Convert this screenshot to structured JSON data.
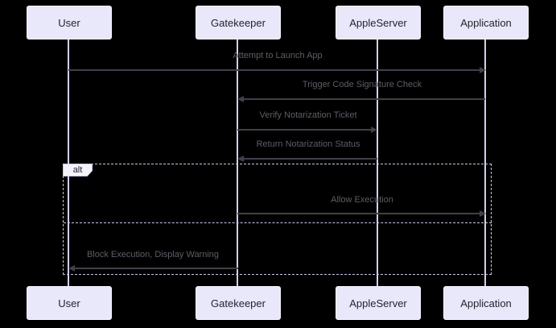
{
  "diagram": {
    "type": "sequence-diagram",
    "participants": [
      {
        "name": "User"
      },
      {
        "name": "Gatekeeper"
      },
      {
        "name": "AppleServer"
      },
      {
        "name": "Application"
      }
    ],
    "messages": [
      {
        "from": "User",
        "to": "Application",
        "label": "Attempt to Launch App"
      },
      {
        "from": "Application",
        "to": "Gatekeeper",
        "label": "Trigger Code Signature Check"
      },
      {
        "from": "Gatekeeper",
        "to": "AppleServer",
        "label": "Verify Notarization Ticket"
      },
      {
        "from": "AppleServer",
        "to": "Gatekeeper",
        "label": "Return Notarization Status"
      },
      {
        "from": "Gatekeeper",
        "to": "Application",
        "label": "Allow Execution",
        "branch": 1
      },
      {
        "from": "Gatekeeper",
        "to": "User",
        "label": "Block Execution, Display Warning",
        "branch": 2
      }
    ],
    "alt": {
      "label": "alt"
    }
  },
  "colors": {
    "background": "#000000",
    "actor_fill": "#e9e7fa",
    "actor_border": "#f6f4fe",
    "actor_text": "#24232e",
    "lifeline": "#d6cdee",
    "arrow": "#41404a",
    "message_text": "#5f5d68",
    "frame_border": "#cfc3e8",
    "alt_label_fill": "#f4f3fc"
  }
}
